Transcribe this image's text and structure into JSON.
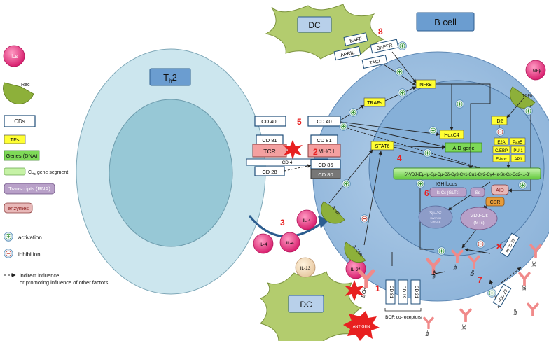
{
  "legend": {
    "ils": "ILs",
    "rec": "Rec",
    "cds": "CDs",
    "tfs": "TFs",
    "genes": "Genes (DNA)",
    "segment_prefix": "C",
    "segment_sub": "Hε",
    "segment_suffix": " gene segment",
    "transcripts": "Transcripts (RNA)",
    "enzymes": "enzymes",
    "activation": "activation",
    "inhibition": "inhibition",
    "indirect_line1": "indirect influence",
    "indirect_line2": "or promoting influence of other factors"
  },
  "cells": {
    "th2_main": "T",
    "th2_sub": "h",
    "th2_suffix": "2",
    "bcell": "B cell",
    "dc_top": "DC",
    "dc_bottom": "DC"
  },
  "top_receptors": {
    "baff": "BAFF",
    "baffr": "BAFFR",
    "april": "APRIL",
    "taci": "TACI",
    "num8": "8"
  },
  "synapse": {
    "cd40l": "CD 40L",
    "cd81_left": "CD 81",
    "tcr": "TCR",
    "cd4": "CD 4",
    "cd28": "CD 28",
    "cd40": "CD 40",
    "cd81_right": "CD 81",
    "mhc2": "MHC II",
    "num2": "2",
    "cd86": "CD 86",
    "cd80": "CD 80",
    "num5": "5"
  },
  "signals": {
    "trafs": "TRAFs",
    "nfkb": "NFκB",
    "hoxc4": "HoxC4",
    "aid_gene": "AID gene",
    "stat6": "STAT6",
    "num4": "4",
    "id2": "ID2",
    "tgfb": "TGFβ",
    "tf_e2a": "E2A",
    "tf_pax5": "Pax5",
    "tf_cebp": "C/EBP",
    "tf_pu1": "PU.1",
    "tf_ebox": "E-box",
    "tf_ap1": "AP1"
  },
  "locus": {
    "sequence": "5'-VDJ-iEμ-Iμ-Sμ-Cμ-Cδ-Cγ3-Cγ1-Cα1-Cγ2-Cγ4-Iε-Sε-Cε-Cα2-...-3'",
    "label": "IGH locus",
    "num6": "6",
    "ie_ce": "Iε-Cε (GLTε)",
    "se": "Sε",
    "aid": "AID",
    "csr": "CSR",
    "circle_line1": "Sμ–Sε",
    "circle_line2": "SWITCH",
    "circle_line3": "CIRCLE",
    "vdj_ce": "VDJ-Cε",
    "mte": "(MTε)"
  },
  "interleukins": {
    "num3": "3",
    "il4_a": "IL-4",
    "il4_b": "IL-4",
    "il4_c": "IL-4",
    "il13": "IL-13",
    "il21": "IL-21",
    "il4r": "IL-4R",
    "il21r": "IL-21R"
  },
  "bcr": {
    "bcr": "BCR",
    "num1": "1",
    "antigen": "ANTIGEN",
    "cd81": "CD 81",
    "cd19": "CD 19",
    "cd21": "CD 21",
    "co_receptors": "BCR co-receptors",
    "mige": "mIgE",
    "num7": "7",
    "mcd23": "mCD 23",
    "scd23": "sCD 23",
    "ige1": "IgE",
    "ige2": "IgE",
    "ige3": "IgE",
    "ige4": "IgE",
    "ige5": "IgE",
    "ige6": "IgE",
    "ige7": "IgE"
  },
  "colors": {
    "th2_outer": "#cce6ee",
    "th2_inner": "#97c8d6",
    "bcell_outer": "#9fc0e0",
    "bcell_inner": "#86b0d8",
    "dc": "#b3cc6e",
    "il_pink": "#e8307a",
    "gene_green": "#7ed957",
    "tf_yellow": "#ffff33",
    "tcr_pink": "#f4a0a0",
    "enzyme_pink": "#e8b8b8",
    "transcript_purple": "#b8a0c8",
    "num_red": "#e82020",
    "rec_green": "#8db03a"
  }
}
